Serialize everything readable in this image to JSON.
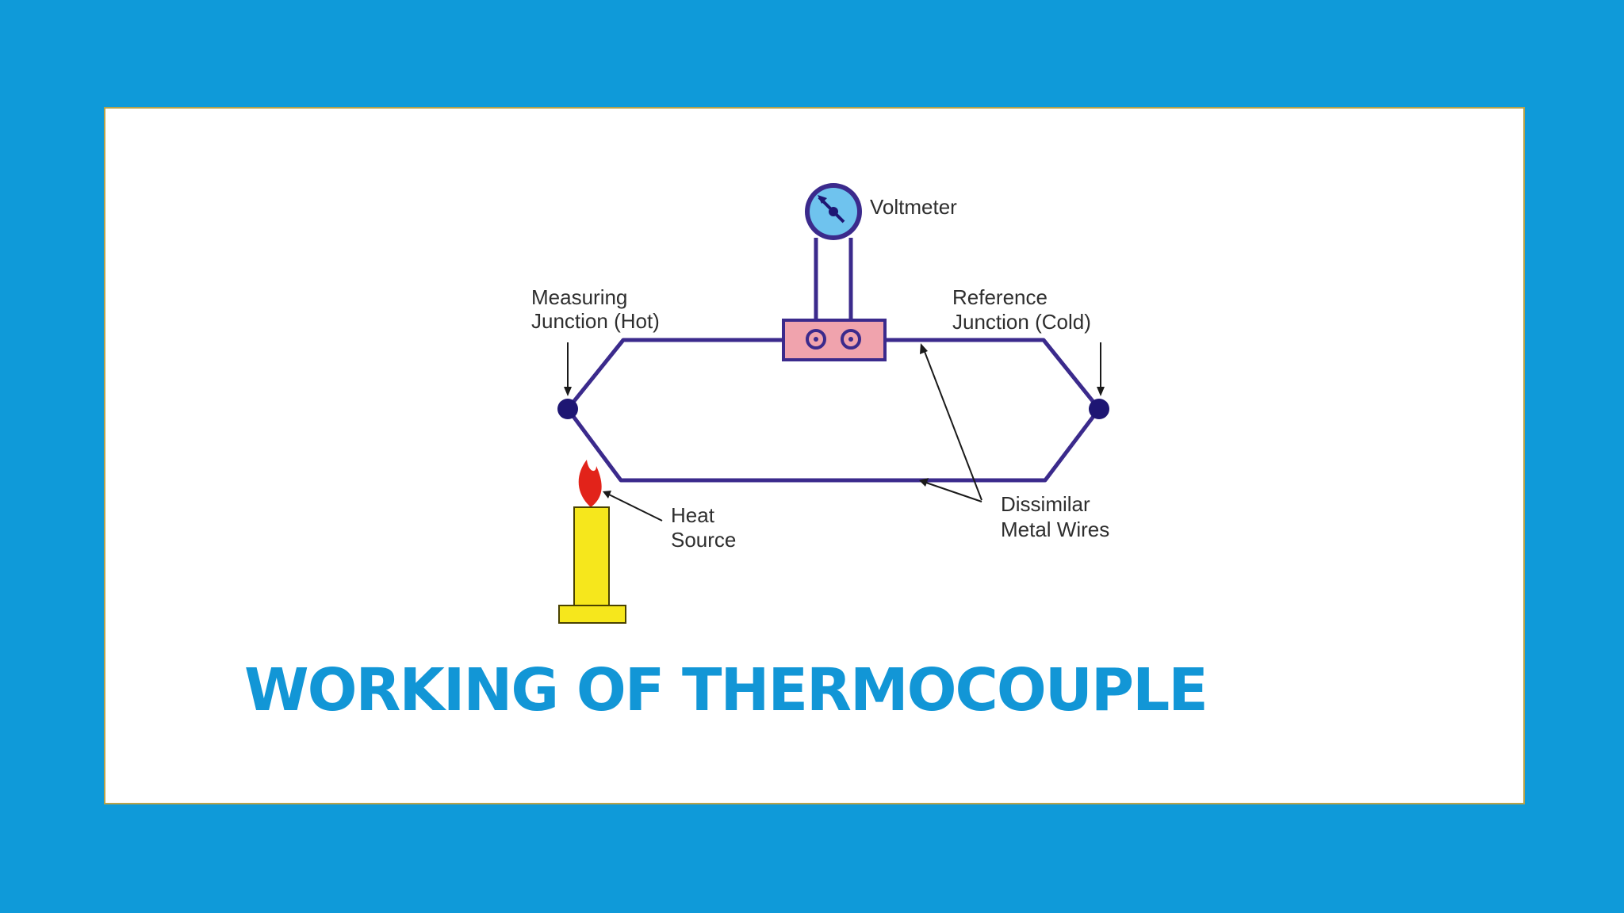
{
  "slide": {
    "title": "WORKING OF THERMOCOUPLE"
  },
  "diagram": {
    "voltmeter_label": "Voltmeter",
    "measuring_junction_label": [
      "Measuring",
      "Junction (Hot)"
    ],
    "reference_junction_label": [
      "Reference",
      "Junction (Cold)"
    ],
    "dissimilar_wires_label": [
      "Dissimilar",
      "Metal Wires"
    ],
    "heat_source_label": [
      "Heat",
      "Source"
    ]
  },
  "colors": {
    "background": "#0f9ad9",
    "panel": "#ffffff",
    "panel_border": "#b7a24a",
    "title": "#1296d6",
    "wire": "#3b2a8c",
    "junction": "#1e1673",
    "voltmeter_face": "#6fc3ee",
    "terminal_block": "#f0a3ad",
    "candle": "#f6e71c",
    "flame": "#e2231a"
  }
}
